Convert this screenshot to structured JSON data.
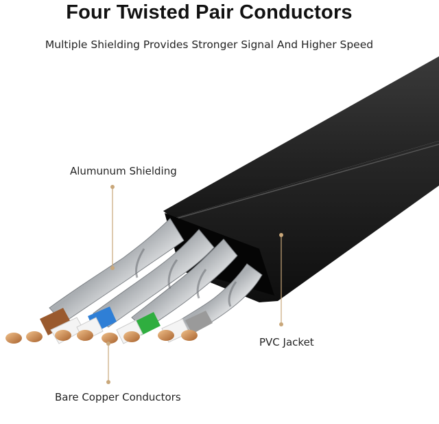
{
  "title": "Four Twisted Pair Conductors",
  "subtitle": "Multiple Shielding Provides Stronger Signal And Higher Speed",
  "labels": {
    "shielding": "Alumunum Shielding",
    "jacket": "PVC Jacket",
    "copper": "Bare Copper Conductors"
  },
  "colors": {
    "jacket": "#1e1e1e",
    "shield": "#b9bcbf",
    "copper": "#c88850",
    "leader": "#c9a77a",
    "pair_brown": "#9a5a2e",
    "pair_blue": "#2f7fd6",
    "pair_green": "#2fae3f",
    "pair_gray": "#9a9a9a"
  }
}
